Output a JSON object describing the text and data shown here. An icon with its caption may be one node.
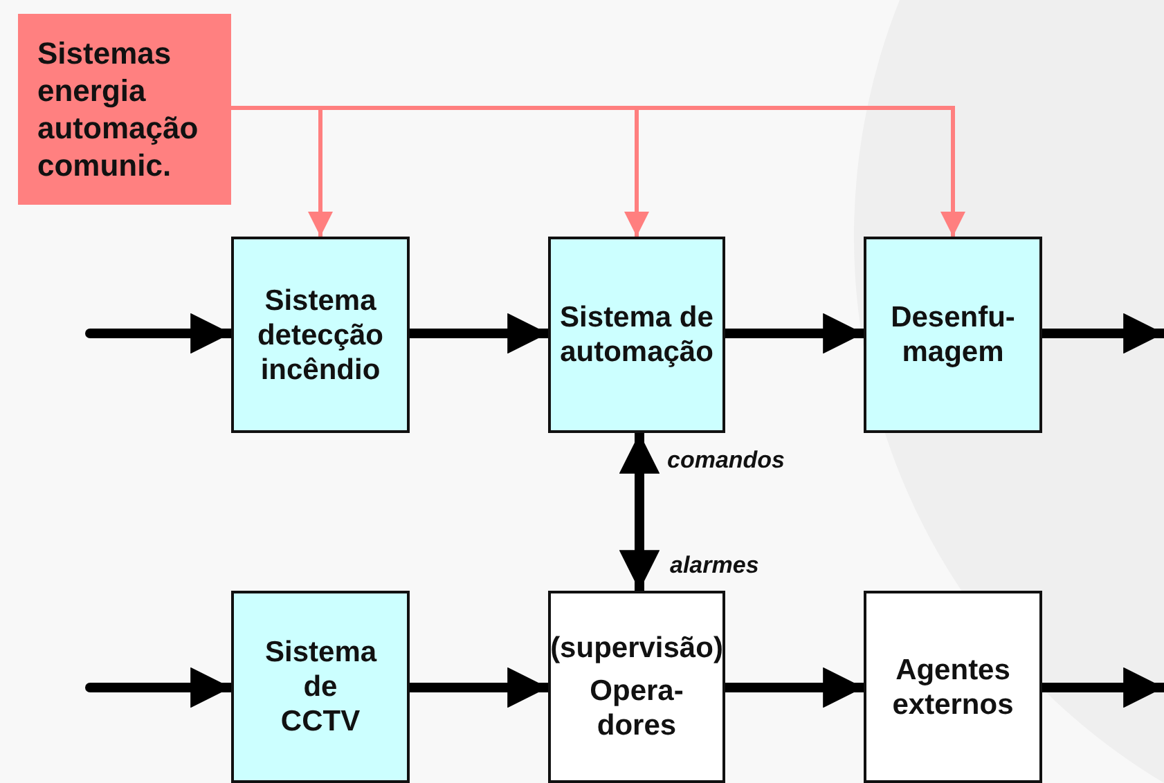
{
  "diagram": {
    "nodes": [
      {
        "text": [
          "Sistemas energia automação comunic."
        ]
      },
      {
        "text": [
          "Sistema detecção incêndio"
        ]
      },
      {
        "text": [
          "Sistema de automação"
        ]
      },
      {
        "text": [
          "Desenfu- magem"
        ]
      },
      {
        "text": [
          "Sistema de CCTV"
        ]
      },
      {
        "text": [
          "(supervisão)",
          "Opera- dores"
        ]
      },
      {
        "text": [
          "Agentes externos"
        ]
      }
    ],
    "edges": [
      {
        "from": null,
        "to": 1,
        "arrow": "to"
      },
      {
        "from": 1,
        "to": 2,
        "arrow": "to"
      },
      {
        "from": 2,
        "to": 3,
        "arrow": "to"
      },
      {
        "from": 3,
        "to": null,
        "arrow": "to"
      },
      {
        "from": 0,
        "to": 1,
        "arrow": "to",
        "color": "#ff7f7f"
      },
      {
        "from": 0,
        "to": 2,
        "arrow": "to",
        "color": "#ff7f7f"
      },
      {
        "from": 0,
        "to": 3,
        "arrow": "to",
        "color": "#ff7f7f"
      },
      {
        "from": 2,
        "to": 5,
        "arrow": "both",
        "label": "comandos"
      },
      {
        "from": null,
        "to": 4,
        "arrow": "to"
      },
      {
        "from": 4,
        "to": 5,
        "arrow": "to"
      },
      {
        "from": 5,
        "to": 6,
        "arrow": "to"
      },
      {
        "from": 6,
        "to": null,
        "arrow": "to"
      }
    ],
    "labels": [
      "alarmes"
    ]
  }
}
